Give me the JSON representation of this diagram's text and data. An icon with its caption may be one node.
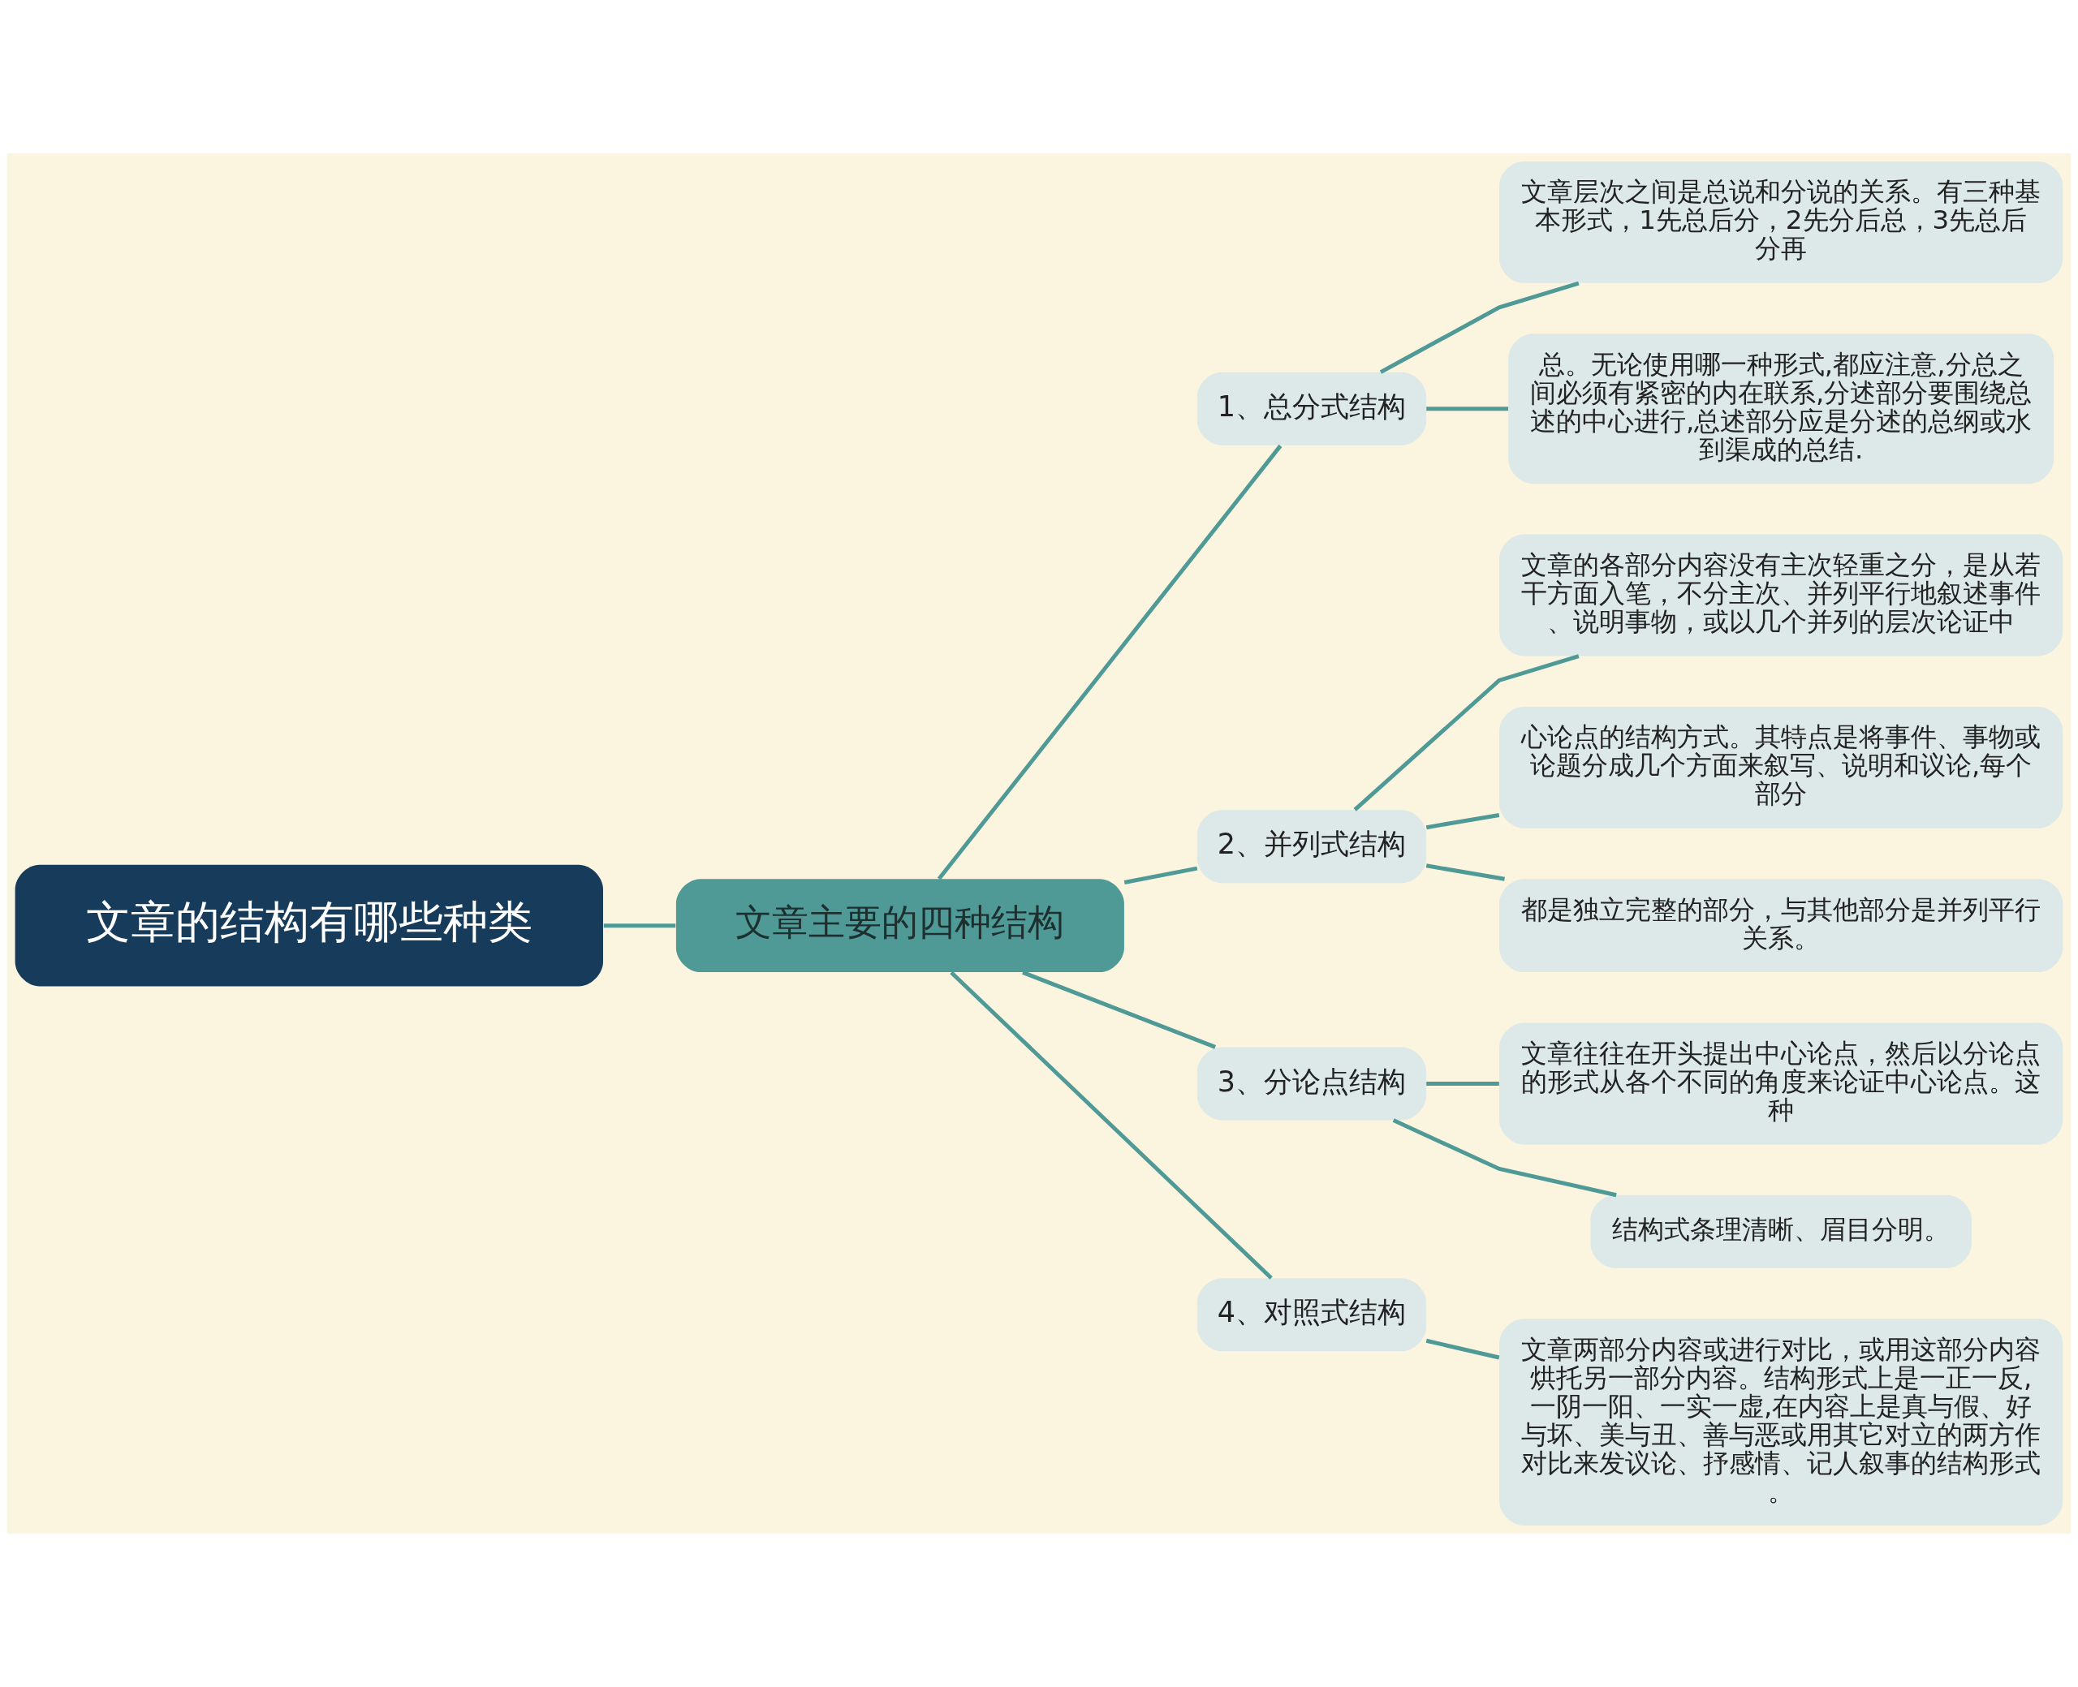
{
  "diagram": {
    "nodes": [
      {
        "text": [
          "文章的结构有哪些种类"
        ]
      },
      {
        "text": [
          "文章主要的四种结构"
        ]
      },
      {
        "text": [
          "1、总分式结构"
        ]
      },
      {
        "text": [
          "文章层次之间是总说和分说的关系。有三种基本形式，1先总后分，2先分后总，3先总后分再"
        ]
      },
      {
        "text": [
          "总。无论使用哪一种形式,都应注意,分总之间必须有紧密的内在联系,分述部分要围绕总述的中心进行,总述部分应是分述的总纲或水到渠成的总结."
        ]
      },
      {
        "text": [
          "2、并列式结构"
        ]
      },
      {
        "text": [
          "文章的各部分内容没有主次轻重之分，是从若干方面入笔，不分主次、并列平行地叙述事件、说明事物，或以几个并列的层次论证中"
        ]
      },
      {
        "text": [
          "心论点的结构方式。其特点是将事件、事物或论题分成几个方面来叙写、说明和议论,每个部分"
        ]
      },
      {
        "text": [
          "都是独立完整的部分，与其他部分是并列平行关系。"
        ]
      },
      {
        "text": [
          "3、分论点结构"
        ]
      },
      {
        "text": [
          "文章往往在开头提出中心论点，然后以分论点的形式从各个不同的角度来论证中心论点。这种"
        ]
      },
      {
        "text": [
          "结构式条理清晰、眉目分明。"
        ]
      },
      {
        "text": [
          "4、对照式结构"
        ]
      },
      {
        "text": [
          "文章两部分内容或进行对比，或用这部分内容烘托另一部分内容。结构形式上是一正一反,一阴一阳、一实一虚,在内容上是真与假、好与坏、美与丑、善与恶或用其它对立的两方作对比来发议论、抒感情、记人叙事的结构形式。"
        ]
      }
    ],
    "edges": [
      {
        "from": 0,
        "to": 1,
        "arrow": "none"
      },
      {
        "from": 1,
        "to": 2,
        "arrow": "none"
      },
      {
        "from": 2,
        "to": 3,
        "arrow": "none"
      },
      {
        "from": 2,
        "to": 4,
        "arrow": "none"
      },
      {
        "from": 1,
        "to": 5,
        "arrow": "none"
      },
      {
        "from": 5,
        "to": 6,
        "arrow": "none"
      },
      {
        "from": 5,
        "to": 7,
        "arrow": "none"
      },
      {
        "from": 5,
        "to": 8,
        "arrow": "none"
      },
      {
        "from": 1,
        "to": 9,
        "arrow": "none"
      },
      {
        "from": 9,
        "to": 10,
        "arrow": "none"
      },
      {
        "from": 9,
        "to": 11,
        "arrow": "none"
      },
      {
        "from": 1,
        "to": 12,
        "arrow": "none"
      },
      {
        "from": 12,
        "to": 13,
        "arrow": "none"
      }
    ]
  }
}
